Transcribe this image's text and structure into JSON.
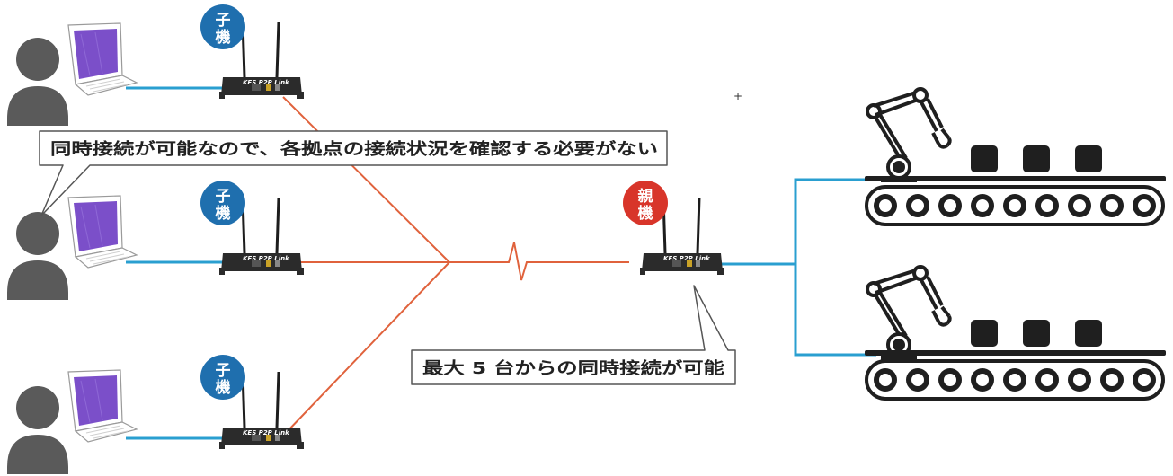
{
  "colors": {
    "wireless_link": "#e0623c",
    "wired_link": "#2a9fd0",
    "child_badge": "#1f6fae",
    "parent_badge": "#d8352a",
    "person": "#5a5a5a",
    "laptop_screen": "#7b4fc9",
    "device_body": "#2b2b2b",
    "conveyor": "#1f1f1f"
  },
  "callouts": {
    "top": "同時接続が可能なので、各拠点の接続状況を確認する必要がない",
    "bottom": "最大 5 台からの同時接続が可能"
  },
  "badges": {
    "child_line1": "子",
    "child_line2": "機",
    "parent_line1": "親",
    "parent_line2": "機"
  },
  "device_label": "KES P2P Link",
  "marker": "+",
  "icons": {
    "person": "person-icon",
    "laptop": "laptop-icon",
    "router": "router-icon",
    "robot_arm": "robot-arm-icon",
    "conveyor": "conveyor-belt-icon",
    "package": "package-icon"
  }
}
